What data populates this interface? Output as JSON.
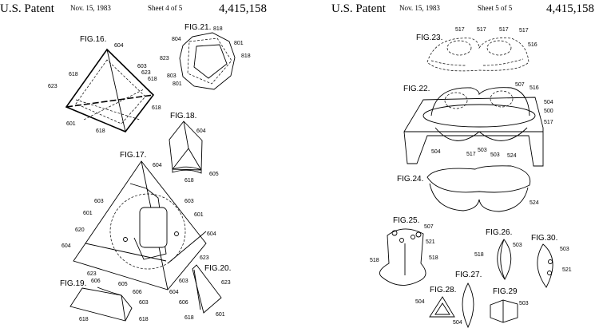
{
  "sheet_left": {
    "title": "U.S. Patent",
    "date": "Nov. 15, 1983",
    "sheet": "Sheet 4 of 5",
    "number": "4,415,158"
  },
  "sheet_right": {
    "title": "U.S. Patent",
    "date": "Nov. 15, 1983",
    "sheet": "Sheet 5 of 5",
    "number": "4,415,158"
  },
  "fig16": {
    "title": "FIG.16.",
    "refs": [
      "604",
      "603",
      "623",
      "618",
      "618",
      "623",
      "618",
      "601",
      "618"
    ]
  },
  "fig21": {
    "title": "FIG.21.",
    "refs": [
      "818",
      "804",
      "801",
      "818",
      "823",
      "803",
      "801"
    ]
  },
  "fig18": {
    "title": "FIG.18.",
    "refs": [
      "604",
      "618",
      "605"
    ]
  },
  "fig17": {
    "title": "FIG.17.",
    "refs": [
      "604",
      "603",
      "603",
      "601",
      "601",
      "620",
      "604",
      "604",
      "623",
      "623",
      "603",
      "604"
    ]
  },
  "fig19": {
    "title": "FIG.19.",
    "refs": [
      "606",
      "605",
      "606",
      "603",
      "618",
      "618"
    ]
  },
  "fig20": {
    "title": "FIG.20.",
    "refs": [
      "623",
      "606",
      "601",
      "618"
    ]
  },
  "fig23": {
    "title": "FIG.23.",
    "refs": [
      "517",
      "517",
      "517",
      "517",
      "516"
    ]
  },
  "fig22": {
    "title": "FIG.22.",
    "refs": [
      "507",
      "516",
      "504",
      "500",
      "517",
      "504",
      "517",
      "503",
      "503",
      "524"
    ]
  },
  "fig24": {
    "title": "FIG.24.",
    "refs": [
      "524"
    ]
  },
  "fig25": {
    "title": "FIG.25.",
    "refs": [
      "507",
      "521",
      "518",
      "518"
    ]
  },
  "fig26": {
    "title": "FIG.26.",
    "refs": [
      "503",
      "518"
    ]
  },
  "fig30": {
    "title": "FIG.30.",
    "refs": [
      "503",
      "521"
    ]
  },
  "fig27": {
    "title": "FIG.27.",
    "refs": [
      "504"
    ]
  },
  "fig28": {
    "title": "FIG.28.",
    "refs": [
      "504"
    ]
  },
  "fig29": {
    "title": "FIG.29",
    "refs": [
      "503"
    ]
  }
}
